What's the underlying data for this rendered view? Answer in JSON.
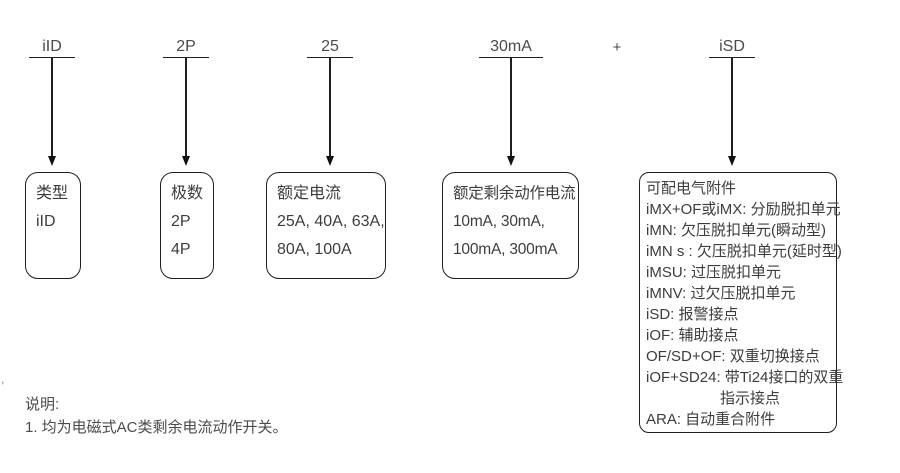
{
  "page": {
    "background_color": "#ffffff",
    "text_color": "#3d3d3d",
    "line_color": "#1f1f1f"
  },
  "code_segments": [
    {
      "id": "type",
      "label": "iID"
    },
    {
      "id": "poles",
      "label": "2P"
    },
    {
      "id": "rated_current",
      "label": "25"
    },
    {
      "id": "residual_current",
      "label": "30mA"
    },
    {
      "id": "accessory",
      "label": "iSD"
    }
  ],
  "plus_sign": "+",
  "boxes": {
    "type": {
      "lines": [
        "类型",
        "iID"
      ]
    },
    "poles": {
      "lines": [
        "极数",
        "2P",
        "4P"
      ]
    },
    "rated_current": {
      "lines": [
        "额定电流",
        "25A, 40A, 63A,",
        "80A, 100A"
      ]
    },
    "residual_current": {
      "lines": [
        "额定剩余动作电流",
        "10mA, 30mA,",
        "100mA, 300mA"
      ]
    },
    "accessories": {
      "lines": [
        "可配电气附件",
        "iMX+OF或iMX: 分励脱扣单元",
        "iMN: 欠压脱扣单元(瞬动型)",
        "iMN s : 欠压脱扣单元(延时型)",
        "iMSU: 过压脱扣单元",
        "iMNV: 过欠压脱扣单元",
        "iSD: 报警接点",
        "iOF: 辅助接点",
        "OF/SD+OF: 双重切换接点",
        "iOF+SD24: 带Ti24接口的双重",
        "指示接点",
        "ARA: 自动重合附件"
      ]
    }
  },
  "notes": {
    "heading": "说明:",
    "items": [
      "1. 均为电磁式AC类剩余电流动作开关。"
    ]
  },
  "stray_mark": ","
}
